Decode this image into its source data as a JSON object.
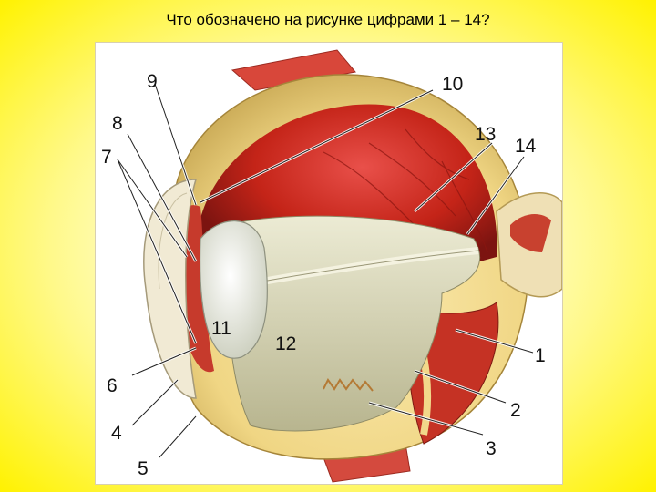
{
  "slide": {
    "title": "Что обозначено на рисунке цифрами 1 – 14?"
  },
  "figure": {
    "labels": {
      "l1": "1",
      "l2": "2",
      "l3": "3",
      "l4": "4",
      "l5": "5",
      "l6": "6",
      "l7": "7",
      "l8": "8",
      "l9": "9",
      "l10": "10",
      "l11": "11",
      "l12": "12",
      "l13": "13",
      "l14": "14"
    }
  },
  "colors": {
    "background": "#fff200",
    "sclera": "#f3dd93",
    "retina": "#c9281e",
    "vitreous": "#d9d6b4",
    "lens": "#eef0e6"
  }
}
